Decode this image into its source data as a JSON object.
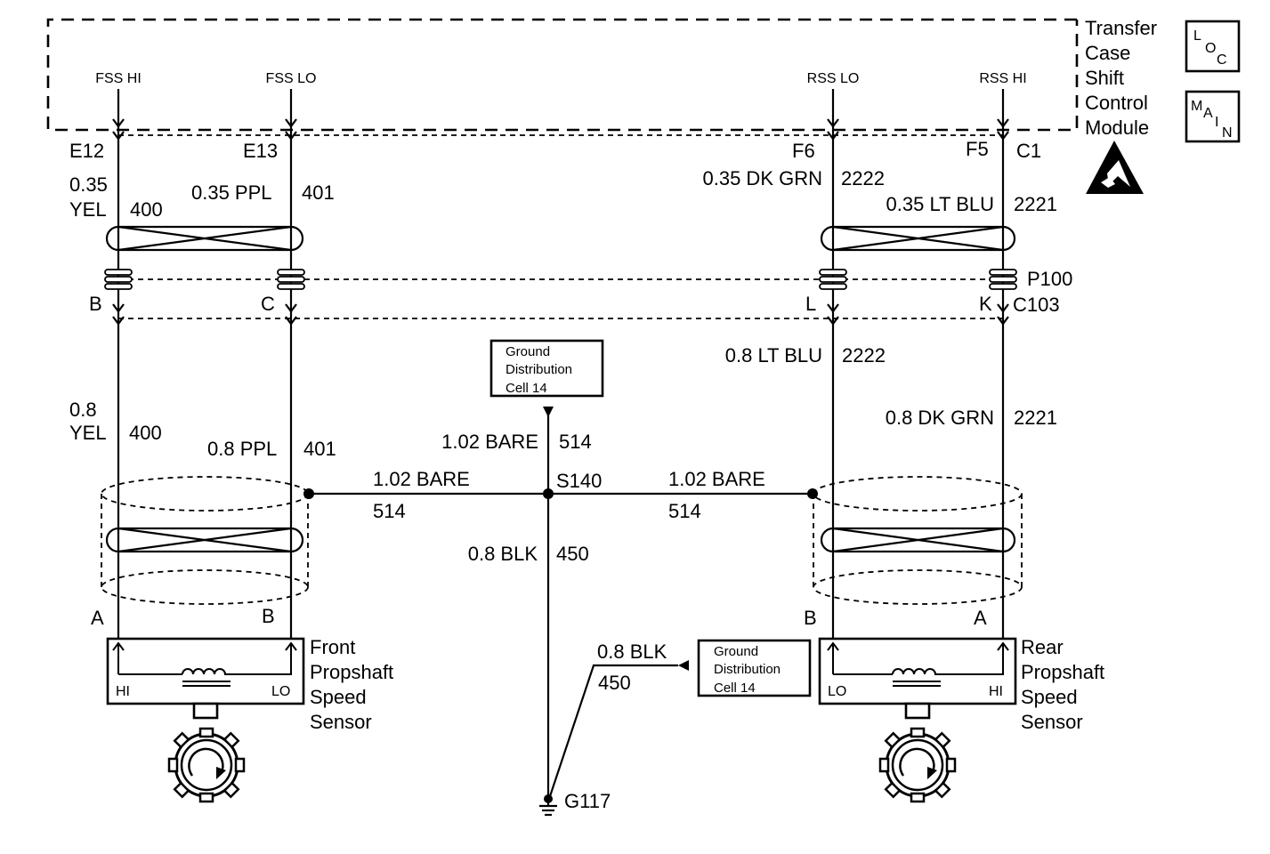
{
  "module": {
    "name_lines": [
      "Transfer",
      "Case",
      "Shift",
      "Control",
      "Module"
    ],
    "pins": [
      {
        "signal": "FSS HI",
        "terminal": "E12"
      },
      {
        "signal": "FSS LO",
        "terminal": "E13"
      },
      {
        "signal": "RSS LO",
        "terminal": "F6"
      },
      {
        "signal": "RSS HI",
        "terminal": "F5"
      }
    ],
    "connector": "C1"
  },
  "icons": {
    "loc": [
      "L",
      "O",
      "C"
    ],
    "main": [
      "M",
      "A",
      "I",
      "N"
    ],
    "esd": "esd-warning-icon"
  },
  "upper_wires": [
    {
      "size_lines": [
        "0.35",
        "YEL"
      ],
      "circuit": "400"
    },
    {
      "size": "0.35 PPL",
      "circuit": "401"
    },
    {
      "size": "0.35 DK GRN",
      "circuit": "2222"
    },
    {
      "size": "0.35 LT BLU",
      "circuit": "2221"
    }
  ],
  "inline_connector": {
    "name": "P100",
    "connector": "C103",
    "cavities": [
      "B",
      "C",
      "L",
      "K"
    ]
  },
  "lower_wires": [
    {
      "size_lines": [
        "0.8",
        "YEL"
      ],
      "circuit": "400"
    },
    {
      "size": "0.8 PPL",
      "circuit": "401"
    },
    {
      "size": "0.8 LT BLU",
      "circuit": "2222"
    },
    {
      "size": "0.8 DK GRN",
      "circuit": "2221"
    }
  ],
  "ground_ref_top": {
    "lines": [
      "Ground",
      "Distribution",
      "Cell 14"
    ]
  },
  "ground_ref_bottom": {
    "lines": [
      "Ground",
      "Distribution",
      "Cell 14"
    ]
  },
  "drain": {
    "trunk": {
      "size": "1.02 BARE",
      "circuit": "514"
    },
    "splice": "S140",
    "left": {
      "size": "1.02 BARE",
      "circuit": "514"
    },
    "right": {
      "size": "1.02 BARE",
      "circuit": "514"
    },
    "ground_wire": {
      "size": "0.8 BLK",
      "circuit": "450"
    },
    "ref_wire": {
      "size": "0.8 BLK",
      "circuit": "450"
    },
    "ground": "G117"
  },
  "front_sensor": {
    "name_lines": [
      "Front",
      "Propshaft",
      "Speed",
      "Sensor"
    ],
    "terminals": [
      "A",
      "B"
    ],
    "pins": [
      "HI",
      "LO"
    ]
  },
  "rear_sensor": {
    "name_lines": [
      "Rear",
      "Propshaft",
      "Speed",
      "Sensor"
    ],
    "terminals": [
      "B",
      "A"
    ],
    "pins": [
      "LO",
      "HI"
    ]
  }
}
